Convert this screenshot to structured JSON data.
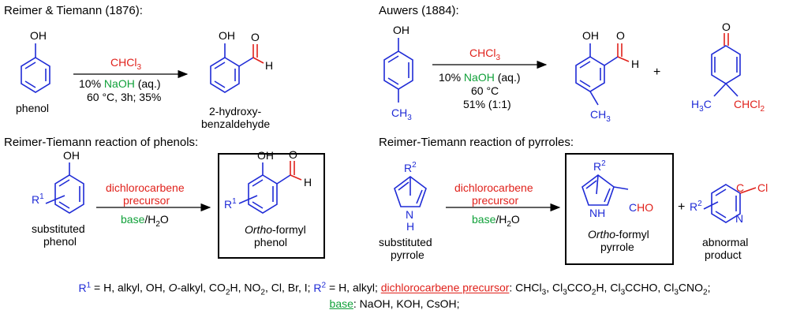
{
  "colors": {
    "bond": "#1f2bd6",
    "red": "#e0211b",
    "green": "#11a13a",
    "black": "#000000"
  },
  "panel1": {
    "title": "Reimer & Tiemann (1876):",
    "reagent_top": "CHCl3",
    "cond_naoh_prefix": "10% ",
    "cond_naoh": "NaOH",
    "cond_naoh_suffix": " (aq.)",
    "cond2": "60 °C, 3h; 35%",
    "sm_label": "phenol",
    "prod_label_1": "2-hydroxy-",
    "prod_label_2": "benzaldehyde"
  },
  "panel2": {
    "title": "Auwers (1884):",
    "reagent_top": "CHCl3",
    "cond_naoh_prefix": "10% ",
    "cond_naoh": "NaOH",
    "cond_naoh_suffix": " (aq.)",
    "cond2": "60 °C",
    "cond3": "51% (1:1)",
    "plus": "+"
  },
  "panel3": {
    "title": "Reimer-Tiemann reaction of phenols:",
    "reagent_top_1": "dichlorocarbene",
    "reagent_top_2": "precursor",
    "reagent_bottom": "base/H2O",
    "sm_label_1": "substituted",
    "sm_label_2": "phenol",
    "prod_label_italic": "Ortho",
    "prod_label_rest": "-formyl",
    "prod_label_2": "phenol"
  },
  "panel4": {
    "title": "Reimer-Tiemann reaction of pyrroles:",
    "reagent_top_1": "dichlorocarbene",
    "reagent_top_2": "precursor",
    "reagent_bottom": "base/H2O",
    "sm_label_1": "substituted",
    "sm_label_2": "pyrrole",
    "prod_label_italic": "Ortho",
    "prod_label_rest": "-formyl",
    "prod_label_2": "pyrrole",
    "plus": "+",
    "abn_label_1": "abnormal",
    "abn_label_2": "product"
  },
  "footer": {
    "line1_a": "R1 = H, alkyl, OH, O-alkyl, CO2H, NO2, Cl, Br, I; R2 = H, alkyl; ",
    "line1_b": "dichlorocarbene precursor",
    "line1_c": ": CHCl3, Cl3CCO2H, Cl3CCHO, Cl3CNO2;",
    "line2_a": "base",
    "line2_b": ": NaOH, KOH, CsOH;"
  },
  "atoms": {
    "oh": "OH",
    "o": "O",
    "h": "H",
    "ch3": "CH3",
    "h3c": "H3C",
    "chcl2": "CHCl2",
    "r1": "R1",
    "r2": "R2",
    "nh": "NH",
    "n": "N",
    "cho": "CHO",
    "cl": "Cl"
  }
}
